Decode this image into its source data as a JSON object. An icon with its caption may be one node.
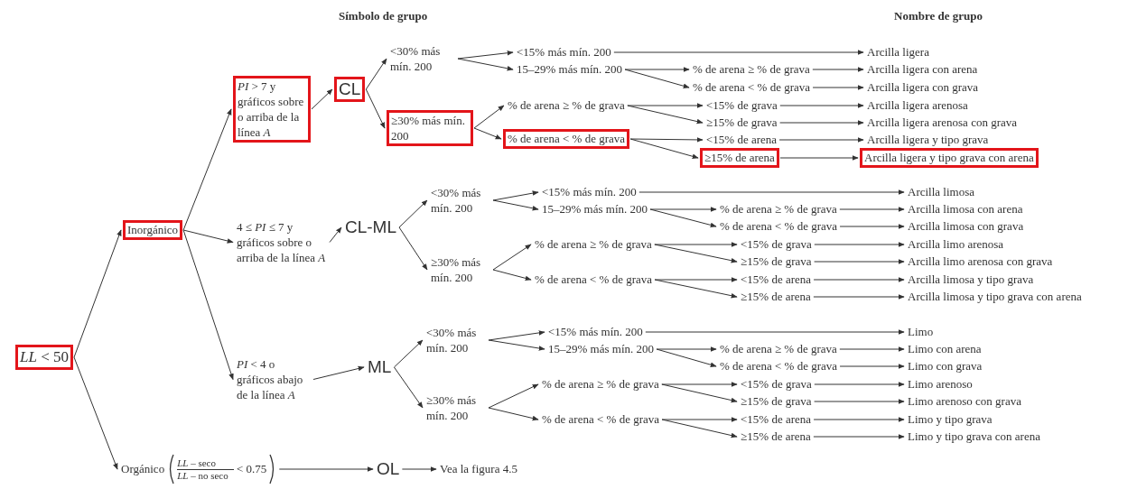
{
  "diagram": {
    "nodes": [
      {
        "text": [
          "*LL* < 50"
        ]
      },
      {
        "text": [
          "Inorgánico"
        ]
      },
      {
        "text": [
          "*PI* > 7 y gráficos sobre o arriba de la línea *A*"
        ]
      },
      {
        "text": [
          "CL"
        ]
      },
      {
        "text": [
          "<30% más mín. 200"
        ]
      },
      {
        "text": [
          "≥30% más mín. 200"
        ]
      },
      {
        "text": [
          "<15% más mín. 200"
        ]
      },
      {
        "text": [
          "15–29% más mín. 200"
        ]
      },
      {
        "text": [
          "% de arena ≥ % de grava"
        ]
      },
      {
        "text": [
          "% de arena < % de grava"
        ]
      },
      {
        "text": [
          "Arcilla ligera"
        ]
      },
      {
        "text": [
          "Arcilla ligera con arena"
        ]
      },
      {
        "text": [
          "Arcilla ligera con grava"
        ]
      },
      {
        "text": [
          "% de arena ≥ % de grava"
        ]
      },
      {
        "text": [
          "% de arena < % de grava"
        ]
      },
      {
        "text": [
          "<15% de grava"
        ]
      },
      {
        "text": [
          "≥15% de grava"
        ]
      },
      {
        "text": [
          "<15% de arena"
        ]
      },
      {
        "text": [
          "≥15% de arena"
        ]
      },
      {
        "text": [
          "Arcilla ligera arenosa"
        ]
      },
      {
        "text": [
          "Arcilla ligera arenosa con grava"
        ]
      },
      {
        "text": [
          "Arcilla ligera y tipo grava"
        ]
      },
      {
        "text": [
          "Arcilla ligera y tipo grava con arena"
        ]
      },
      {
        "text": [
          "4 ≤ *PI* ≤ 7 y gráficos sobre o arriba de la línea *A*"
        ]
      },
      {
        "text": [
          "CL-ML"
        ]
      },
      {
        "text": [
          "<30% más mín. 200"
        ]
      },
      {
        "text": [
          "≥30% más mín. 200"
        ]
      },
      {
        "text": [
          "<15% más mín. 200"
        ]
      },
      {
        "text": [
          "15–29% más mín. 200"
        ]
      },
      {
        "text": [
          "% de arena ≥ % de grava"
        ]
      },
      {
        "text": [
          "% de arena < % de grava"
        ]
      },
      {
        "text": [
          "% de arena ≥ % de grava"
        ]
      },
      {
        "text": [
          "% de arena < % de grava"
        ]
      },
      {
        "text": [
          "<15% de grava"
        ]
      },
      {
        "text": [
          "≥15% de grava"
        ]
      },
      {
        "text": [
          "<15% de arena"
        ]
      },
      {
        "text": [
          "≥15% de arena"
        ]
      },
      {
        "text": [
          "Arcilla limosa"
        ]
      },
      {
        "text": [
          "Arcilla limosa con arena"
        ]
      },
      {
        "text": [
          "Arcilla limosa con grava"
        ]
      },
      {
        "text": [
          "Arcilla limo arenosa"
        ]
      },
      {
        "text": [
          "Arcilla limo arenosa con grava"
        ]
      },
      {
        "text": [
          "Arcilla limosa y tipo grava"
        ]
      },
      {
        "text": [
          "Arcilla limosa y tipo grava con arena"
        ]
      },
      {
        "text": [
          "*PI* < 4 o gráficos abajo de la línea *A*"
        ]
      },
      {
        "text": [
          "ML"
        ]
      },
      {
        "text": [
          "<30% más mín. 200"
        ]
      },
      {
        "text": [
          "≥30% más mín. 200"
        ]
      },
      {
        "text": [
          "<15% más mín. 200"
        ]
      },
      {
        "text": [
          "15–29% más mín. 200"
        ]
      },
      {
        "text": [
          "% de arena ≥ % de grava"
        ]
      },
      {
        "text": [
          "% de arena < % de grava"
        ]
      },
      {
        "text": [
          "% de arena ≥ % de grava"
        ]
      },
      {
        "text": [
          "% de arena < % de grava"
        ]
      },
      {
        "text": [
          "<15% de grava"
        ]
      },
      {
        "text": [
          "≥15% de grava"
        ]
      },
      {
        "text": [
          "<15% de arena"
        ]
      },
      {
        "text": [
          "≥15% de arena"
        ]
      },
      {
        "text": [
          "Limo"
        ]
      },
      {
        "text": [
          "Limo con arena"
        ]
      },
      {
        "text": [
          "Limo con grava"
        ]
      },
      {
        "text": [
          "Limo arenoso"
        ]
      },
      {
        "text": [
          "Limo arenoso con grava"
        ]
      },
      {
        "text": [
          "Limo y tipo grava"
        ]
      },
      {
        "text": [
          "Limo y tipo grava con arena"
        ]
      },
      {
        "text": [
          "Orgánico",
          "*LL* – seco",
          "*LL* – no seco",
          "< 0.75"
        ]
      },
      {
        "text": [
          "OL"
        ]
      },
      {
        "text": [
          "Vea la figura 4.5"
        ]
      }
    ],
    "edges": [
      {
        "from": 0,
        "to": 1,
        "arrow": "to"
      },
      {
        "from": 0,
        "to": 65,
        "arrow": "to"
      },
      {
        "from": 1,
        "to": 2,
        "arrow": "to"
      },
      {
        "from": 1,
        "to": 23,
        "arrow": "to"
      },
      {
        "from": 1,
        "to": 44,
        "arrow": "to"
      },
      {
        "from": 2,
        "to": 3,
        "arrow": "to"
      },
      {
        "from": 3,
        "to": 4,
        "arrow": "to"
      },
      {
        "from": 3,
        "to": 5,
        "arrow": "to"
      },
      {
        "from": 4,
        "to": 6,
        "arrow": "to"
      },
      {
        "from": 4,
        "to": 7,
        "arrow": "to"
      },
      {
        "from": 6,
        "to": 10,
        "arrow": "to"
      },
      {
        "from": 7,
        "to": 8,
        "arrow": "to"
      },
      {
        "from": 7,
        "to": 9,
        "arrow": "to"
      },
      {
        "from": 8,
        "to": 11,
        "arrow": "to"
      },
      {
        "from": 9,
        "to": 12,
        "arrow": "to"
      },
      {
        "from": 5,
        "to": 13,
        "arrow": "to"
      },
      {
        "from": 5,
        "to": 14,
        "arrow": "to"
      },
      {
        "from": 13,
        "to": 15,
        "arrow": "to"
      },
      {
        "from": 13,
        "to": 16,
        "arrow": "to"
      },
      {
        "from": 14,
        "to": 17,
        "arrow": "to"
      },
      {
        "from": 14,
        "to": 18,
        "arrow": "to"
      },
      {
        "from": 15,
        "to": 19,
        "arrow": "to"
      },
      {
        "from": 16,
        "to": 20,
        "arrow": "to"
      },
      {
        "from": 17,
        "to": 21,
        "arrow": "to"
      },
      {
        "from": 18,
        "to": 22,
        "arrow": "to"
      },
      {
        "from": 23,
        "to": 24,
        "arrow": "to"
      },
      {
        "from": 24,
        "to": 25,
        "arrow": "to"
      },
      {
        "from": 24,
        "to": 26,
        "arrow": "to"
      },
      {
        "from": 25,
        "to": 27,
        "arrow": "to"
      },
      {
        "from": 25,
        "to": 28,
        "arrow": "to"
      },
      {
        "from": 27,
        "to": 37,
        "arrow": "to"
      },
      {
        "from": 28,
        "to": 29,
        "arrow": "to"
      },
      {
        "from": 28,
        "to": 30,
        "arrow": "to"
      },
      {
        "from": 29,
        "to": 38,
        "arrow": "to"
      },
      {
        "from": 30,
        "to": 39,
        "arrow": "to"
      },
      {
        "from": 26,
        "to": 31,
        "arrow": "to"
      },
      {
        "from": 26,
        "to": 32,
        "arrow": "to"
      },
      {
        "from": 31,
        "to": 33,
        "arrow": "to"
      },
      {
        "from": 31,
        "to": 34,
        "arrow": "to"
      },
      {
        "from": 32,
        "to": 35,
        "arrow": "to"
      },
      {
        "from": 32,
        "to": 36,
        "arrow": "to"
      },
      {
        "from": 33,
        "to": 40,
        "arrow": "to"
      },
      {
        "from": 34,
        "to": 41,
        "arrow": "to"
      },
      {
        "from": 35,
        "to": 42,
        "arrow": "to"
      },
      {
        "from": 36,
        "to": 43,
        "arrow": "to"
      },
      {
        "from": 44,
        "to": 45,
        "arrow": "to"
      },
      {
        "from": 45,
        "to": 46,
        "arrow": "to"
      },
      {
        "from": 45,
        "to": 47,
        "arrow": "to"
      },
      {
        "from": 46,
        "to": 48,
        "arrow": "to"
      },
      {
        "from": 46,
        "to": 49,
        "arrow": "to"
      },
      {
        "from": 48,
        "to": 58,
        "arrow": "to"
      },
      {
        "from": 49,
        "to": 50,
        "arrow": "to"
      },
      {
        "from": 49,
        "to": 51,
        "arrow": "to"
      },
      {
        "from": 50,
        "to": 59,
        "arrow": "to"
      },
      {
        "from": 51,
        "to": 60,
        "arrow": "to"
      },
      {
        "from": 47,
        "to": 52,
        "arrow": "to"
      },
      {
        "from": 47,
        "to": 53,
        "arrow": "to"
      },
      {
        "from": 52,
        "to": 54,
        "arrow": "to"
      },
      {
        "from": 52,
        "to": 55,
        "arrow": "to"
      },
      {
        "from": 53,
        "to": 56,
        "arrow": "to"
      },
      {
        "from": 53,
        "to": 57,
        "arrow": "to"
      },
      {
        "from": 54,
        "to": 61,
        "arrow": "to"
      },
      {
        "from": 55,
        "to": 62,
        "arrow": "to"
      },
      {
        "from": 56,
        "to": 63,
        "arrow": "to"
      },
      {
        "from": 57,
        "to": 64,
        "arrow": "to"
      },
      {
        "from": 65,
        "to": 66,
        "arrow": "to"
      },
      {
        "from": 66,
        "to": 67,
        "arrow": "to"
      }
    ],
    "labels": [
      "Símbolo de grupo",
      "Nombre de grupo"
    ]
  }
}
